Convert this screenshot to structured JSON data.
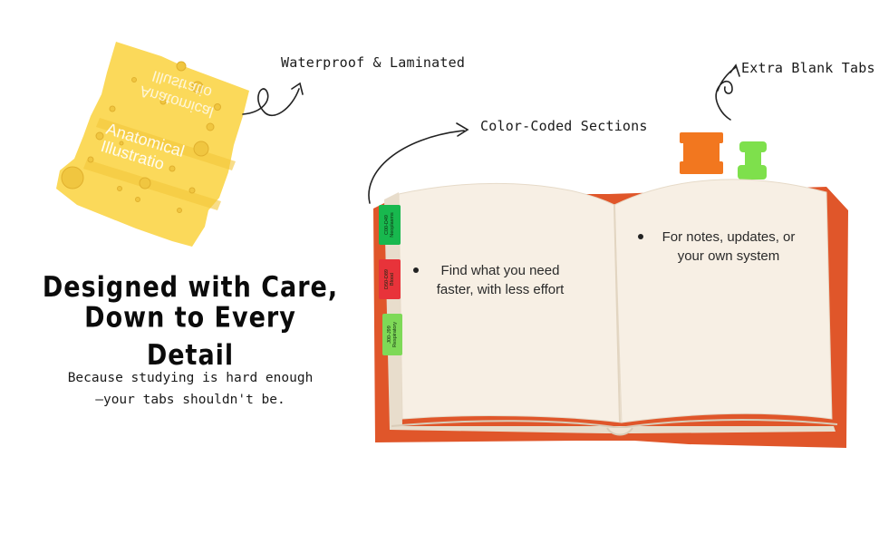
{
  "callouts": {
    "waterproof": "Waterproof & Laminated",
    "blank_tabs": "Extra Blank Tabs",
    "color_coded": "Color-Coded Sections"
  },
  "headline": {
    "line1": "Designed with Care,",
    "line2": "Down to Every Detail"
  },
  "subtext": {
    "line1": "Because studying is hard enough",
    "line2": "—your tabs shouldn't be."
  },
  "book": {
    "left_note": {
      "line1": "Find what you need",
      "line2": "faster, with less effort"
    },
    "right_note": {
      "line1": "For notes, updates, or",
      "line2": "your own system"
    },
    "tabs": [
      {
        "line1": "C00-D49",
        "line2": "Neoplasms",
        "color": "#18b84e"
      },
      {
        "line1": "D50-D89",
        "line2": "Blood",
        "color": "#e8333a"
      },
      {
        "line1": "J00-J99",
        "line2": "Respiratory",
        "color": "#7ed957"
      }
    ],
    "cover_color": "#e0562a",
    "page_color": "#f7efe4"
  },
  "laminated_card": {
    "line1": "Anatomical",
    "line2": "Illustratio",
    "mirrored_line1": "Anatomical",
    "mirrored_line2": "Illustratio",
    "color": "#fbd95a"
  },
  "blank_tab_colors": [
    "#f2771f",
    "#7ee04c"
  ]
}
